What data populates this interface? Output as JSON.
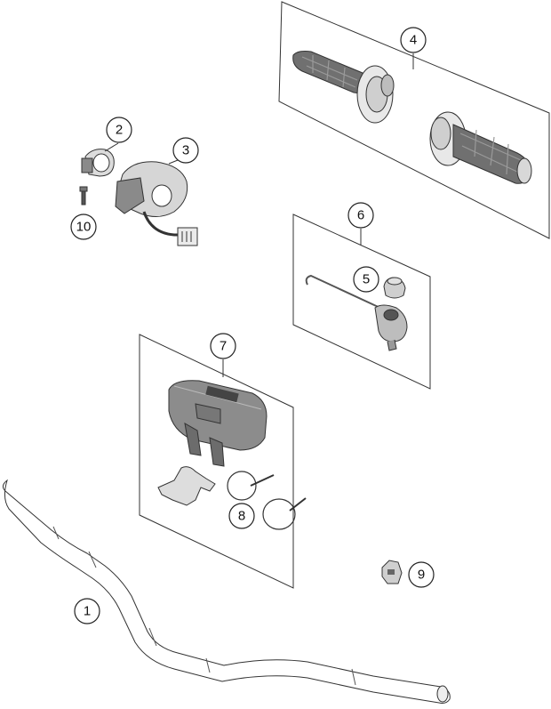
{
  "callouts": {
    "c1": "1",
    "c2": "2",
    "c3": "3",
    "c4": "4",
    "c5": "5",
    "c6": "6",
    "c7": "7",
    "c8": "8",
    "c9": "9",
    "c10": "10"
  },
  "colors": {
    "line": "#333333",
    "part_fill": "#e6e6e6",
    "part_dark": "#6a6a6a",
    "background": "#ffffff"
  }
}
